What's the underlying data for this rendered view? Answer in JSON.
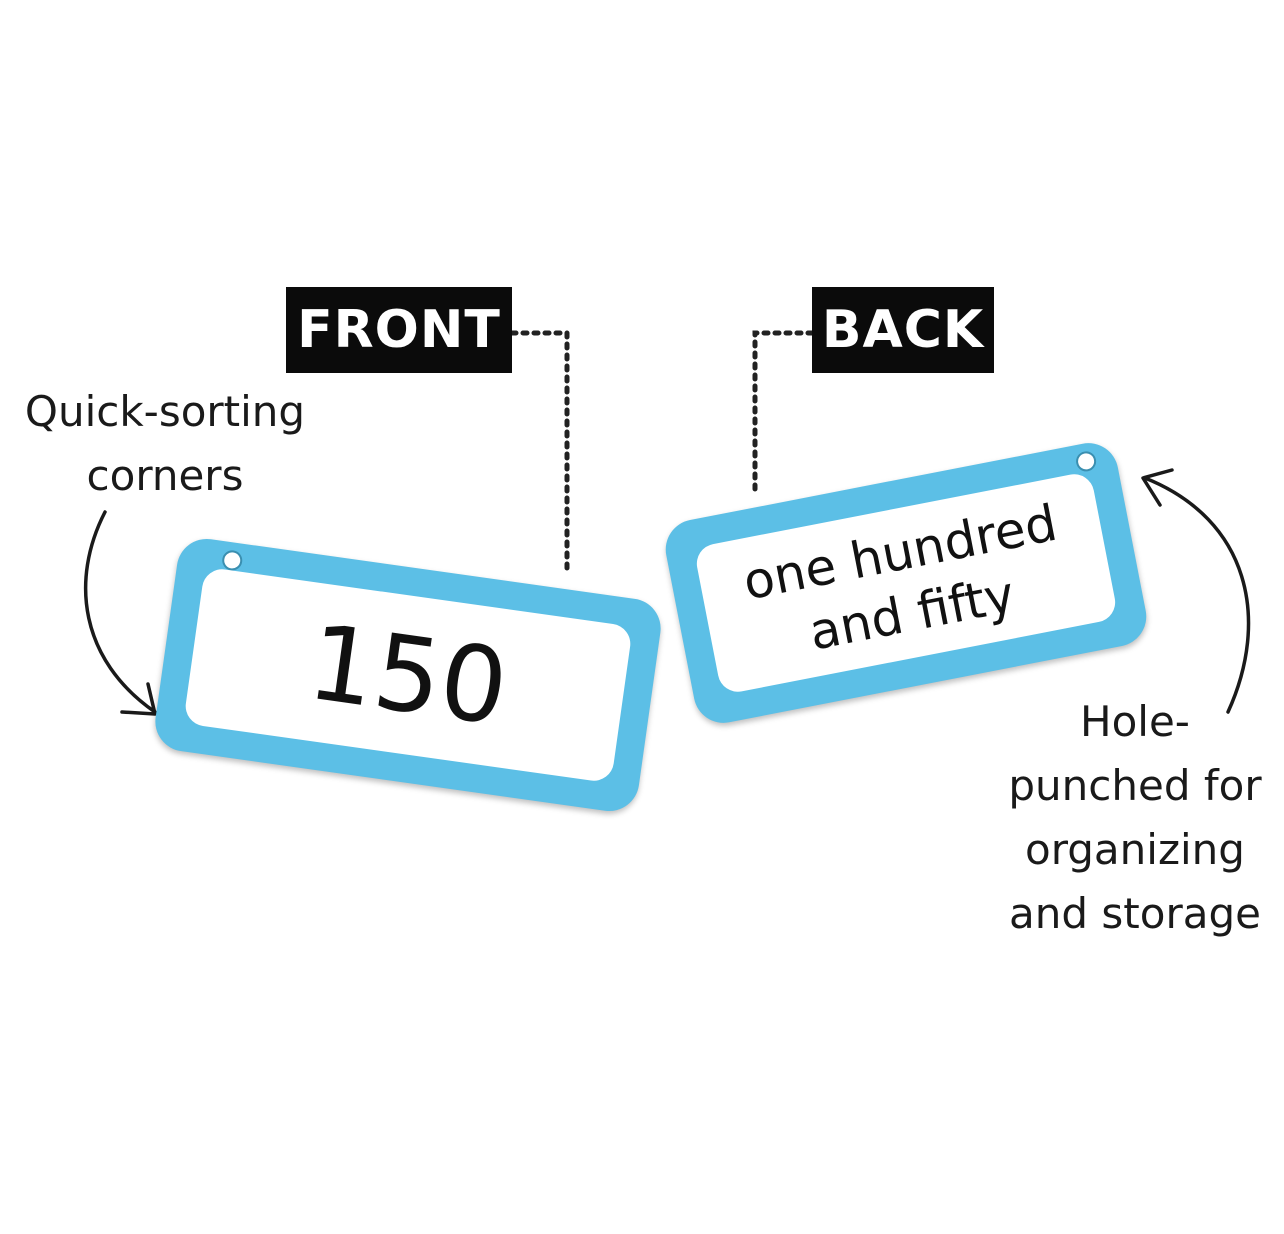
{
  "labels": {
    "front": "FRONT",
    "back": "BACK"
  },
  "front_card": {
    "value": "150"
  },
  "back_card": {
    "line1": "one hundred",
    "line2": "and fifty"
  },
  "callouts": {
    "corners_line1": "Quick-sorting",
    "corners_line2": "corners",
    "hole_line1": "Hole-",
    "hole_line2": "punched for",
    "hole_line3": "organizing",
    "hole_line4": "and storage"
  },
  "colors": {
    "card_border": "#5cbfe6",
    "label_background": "#0b0b0b",
    "label_text": "#ffffff",
    "connector": "#222222"
  }
}
